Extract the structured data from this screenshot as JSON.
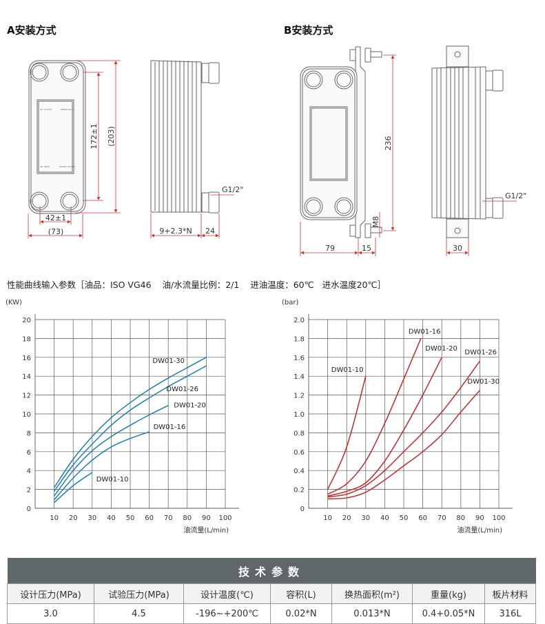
{
  "sections": {
    "a_title": "A安装方式",
    "b_title": "B安装方式"
  },
  "drawing_a": {
    "dim_172": "172±1",
    "dim_203": "(203)",
    "dim_42": "42±1",
    "dim_73": "(73)",
    "dim_thickness": "9+2.3*N",
    "dim_24": "24",
    "thread": "G1/2\"",
    "panel_labels": [
      "OIL OUTLET",
      "WATER INLET",
      "OIL INLET",
      "WATER OUTLET"
    ]
  },
  "drawing_b": {
    "dim_236": "236",
    "dim_79": "79",
    "dim_15": "15",
    "dim_m8": "M8",
    "dim_30": "30",
    "thread": "G1/2\""
  },
  "perf_params": {
    "label": "性能曲线输入参数［油品：ISO VG46",
    "ratio": "油/水流量比例：2/1",
    "oil_temp": "进油温度：60℃",
    "water_temp": "进水温度20℃］"
  },
  "chart_data": [
    {
      "type": "line",
      "title": "",
      "ylabel": "(KW)",
      "xlabel": "油流量(L/min)",
      "xlim": [
        0,
        100
      ],
      "ylim": [
        0,
        20
      ],
      "xticks": [
        10,
        20,
        30,
        40,
        50,
        60,
        70,
        80,
        90,
        100
      ],
      "yticks": [
        0,
        2,
        4,
        6,
        8,
        10,
        12,
        14,
        16,
        18,
        20
      ],
      "grid": true,
      "color": "#1a7fb5",
      "series": [
        {
          "name": "DW01-30",
          "x": [
            10,
            20,
            30,
            40,
            50,
            60,
            70,
            80,
            90
          ],
          "y": [
            2.2,
            5.2,
            7.6,
            9.6,
            11.2,
            12.6,
            13.8,
            14.9,
            16.0
          ]
        },
        {
          "name": "DW01-26",
          "x": [
            10,
            20,
            30,
            40,
            50,
            60,
            70,
            80,
            90
          ],
          "y": [
            1.8,
            4.6,
            6.8,
            8.8,
            10.4,
            11.7,
            12.9,
            14.0,
            15.1
          ]
        },
        {
          "name": "DW01-20",
          "x": [
            10,
            20,
            30,
            40,
            50,
            60,
            70
          ],
          "y": [
            1.3,
            4.0,
            6.1,
            7.6,
            8.8,
            9.9,
            10.9
          ]
        },
        {
          "name": "DW01-16",
          "x": [
            10,
            20,
            30,
            40,
            50,
            60
          ],
          "y": [
            0.9,
            3.2,
            5.1,
            6.5,
            7.4,
            8.1
          ]
        },
        {
          "name": "DW01-10",
          "x": [
            10,
            20,
            30
          ],
          "y": [
            0.6,
            2.4,
            3.8
          ]
        }
      ]
    },
    {
      "type": "line",
      "title": "",
      "ylabel": "(bar)",
      "xlabel": "油流量(L/min)",
      "xlim": [
        0,
        100
      ],
      "ylim": [
        0,
        2.0
      ],
      "xticks": [
        10,
        20,
        30,
        40,
        50,
        60,
        70,
        80,
        90,
        100
      ],
      "yticks": [
        "0",
        "0.2",
        "0.4",
        "0.6",
        "0.8",
        "1.0",
        "1.2",
        "1.4",
        "1.6",
        "1.8",
        "2.0"
      ],
      "grid": true,
      "color": "#c62828",
      "series": [
        {
          "name": "DW01-10",
          "x": [
            10,
            20,
            30
          ],
          "y": [
            0.2,
            0.65,
            1.4
          ]
        },
        {
          "name": "DW01-16",
          "x": [
            10,
            20,
            30,
            40,
            50,
            59
          ],
          "y": [
            0.15,
            0.26,
            0.5,
            0.9,
            1.37,
            1.8
          ]
        },
        {
          "name": "DW01-20",
          "x": [
            10,
            20,
            30,
            40,
            50,
            60,
            70
          ],
          "y": [
            0.13,
            0.18,
            0.27,
            0.5,
            0.83,
            1.2,
            1.6
          ]
        },
        {
          "name": "DW01-26",
          "x": [
            10,
            20,
            30,
            40,
            50,
            60,
            70,
            80,
            90
          ],
          "y": [
            0.12,
            0.15,
            0.24,
            0.4,
            0.6,
            0.8,
            1.02,
            1.28,
            1.56
          ]
        },
        {
          "name": "DW01-30",
          "x": [
            10,
            20,
            30,
            40,
            50,
            60,
            70,
            80,
            90
          ],
          "y": [
            0.1,
            0.11,
            0.17,
            0.3,
            0.45,
            0.6,
            0.78,
            1.02,
            1.25
          ]
        }
      ]
    }
  ],
  "spec_table": {
    "title": "技术参数",
    "headers": [
      "设计压力(MPa)",
      "试验压力(MPa)",
      "设计温度(℃)",
      "容积(L)",
      "换热面积(m²)",
      "重量(kg)",
      "板片材料"
    ],
    "values": [
      "3.0",
      "4.5",
      "-196~+200℃",
      "0.02*N",
      "0.013*N",
      "0.4+0.05*N",
      "316L"
    ]
  }
}
